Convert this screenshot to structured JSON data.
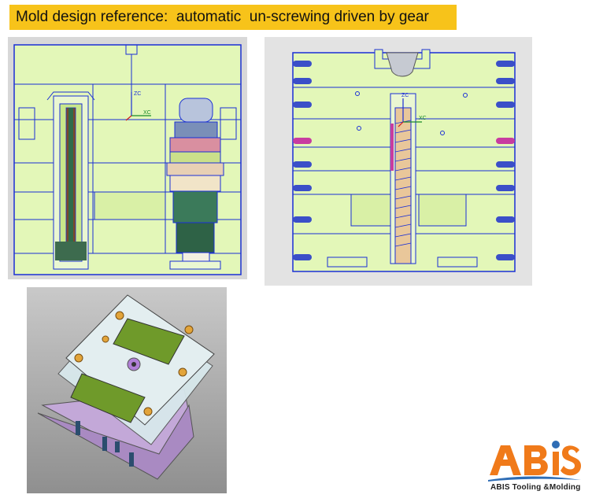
{
  "title": "Mold design reference:  automatic  un-screwing driven by gear",
  "figures": {
    "left_section": {
      "axis_z": "ZC",
      "axis_x": "XC"
    },
    "right_section": {
      "axis_z": "ZC",
      "axis_x": "XC"
    }
  },
  "logo": {
    "wordmark": "ABIS",
    "caption": "ABIS Tooling &Molding"
  },
  "colors": {
    "title_bg": "#f7c31a",
    "cad_fill": "#e3f7b8",
    "cad_line": "#1a2fd6",
    "logo_orange": "#f07a1a"
  }
}
